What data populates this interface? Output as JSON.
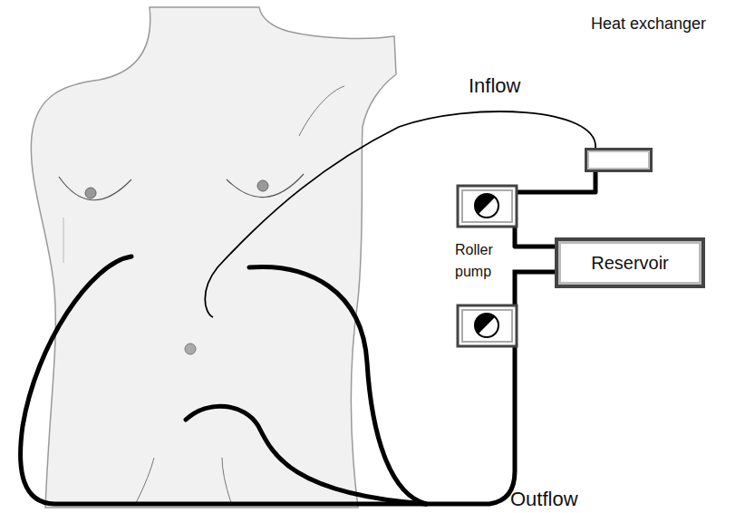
{
  "diagram": {
    "nodes": [
      {
        "text": [
          "Heat exchanger"
        ]
      },
      {
        "text": [
          "Reservoir"
        ]
      }
    ],
    "edges": [
      {
        "from": 1,
        "to": 0,
        "arrow": "none"
      }
    ],
    "labels": [
      "Inflow",
      "Roller pump",
      "Outflow"
    ]
  }
}
